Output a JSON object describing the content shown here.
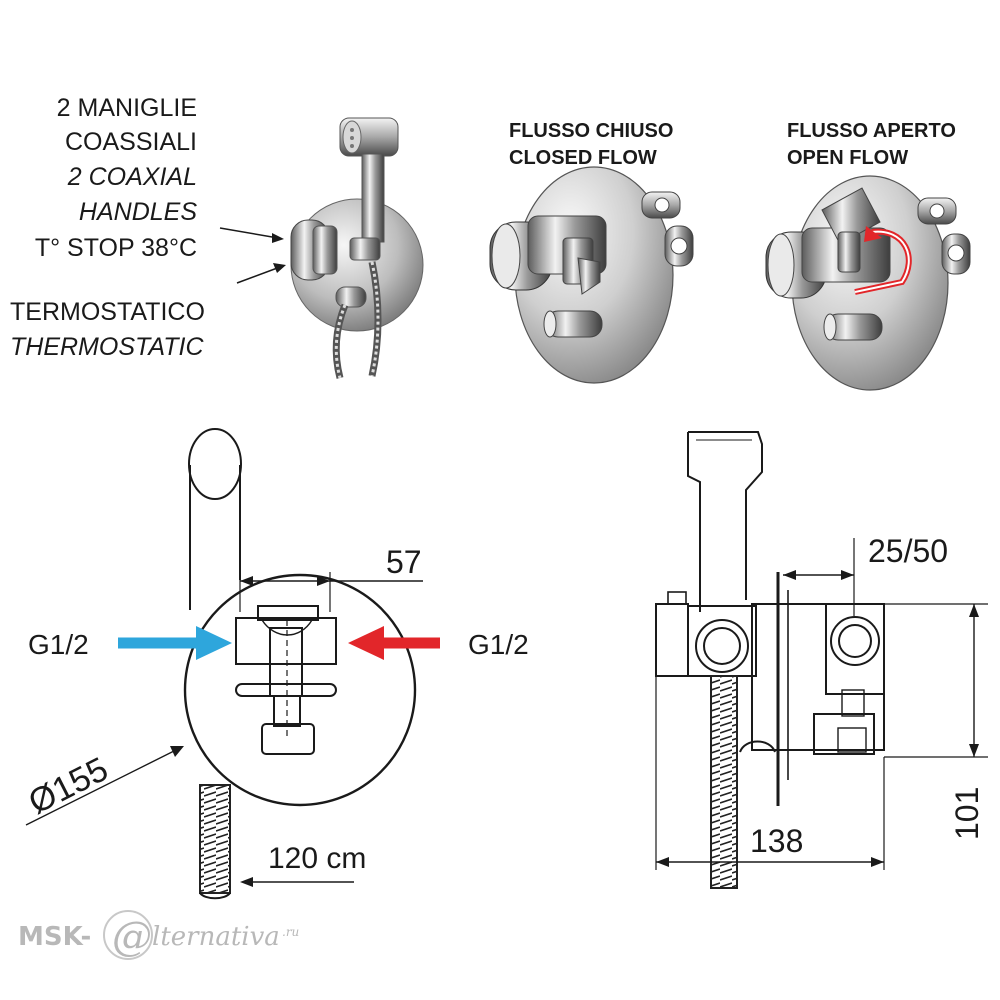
{
  "labels": {
    "handles_it": "2 MANIGLIE",
    "coaxial_it": "COASSIALI",
    "coaxial_en": "2 COAXIAL",
    "handles_en": "HANDLES",
    "temp_stop": "T° STOP 38°C",
    "thermo_it": "TERMOSTATICO",
    "thermo_en": "THERMOSTATIC",
    "closed_it": "FLUSSO CHIUSO",
    "closed_en": "CLOSED FLOW",
    "open_it": "FLUSSO APERTO",
    "open_en": "OPEN FLOW"
  },
  "dimensions": {
    "d57": "57",
    "inlet_left": "G1/2",
    "inlet_right": "G1/2",
    "diameter": "Ø155",
    "hose_length": "120 cm",
    "depth_range": "25/50",
    "depth_total": "138",
    "height": "101"
  },
  "watermark": {
    "left": "MSK-",
    "mark": "@",
    "right": "lternativa",
    "tld": ".ru"
  },
  "colors": {
    "cold_arrow": "#2ea6dc",
    "hot_arrow": "#e2262a",
    "line": "#1a1a1a",
    "watermark": "#b8b8b8"
  }
}
